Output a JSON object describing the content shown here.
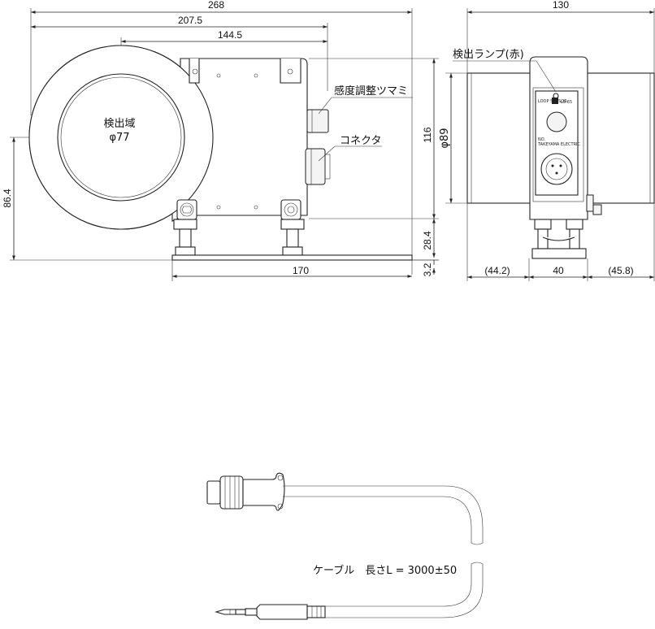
{
  "front_view": {
    "dim_overall_width": "268",
    "dim_207": "207.5",
    "dim_144": "144.5",
    "dim_height": "116",
    "dim_center_height": "86.4",
    "dim_base_height": "28.4",
    "dim_base_width": "170",
    "dim_plate": "3.2",
    "label_detection_area": "検出域",
    "label_aperture": "φ77",
    "label_sensitivity_knob": "感度調整ツマミ",
    "label_connector": "コネクタ"
  },
  "side_view": {
    "dim_width": "130",
    "dim_diameter": "φ89",
    "dim_left": "(44.2)",
    "dim_middle": "40",
    "dim_right": "(45.8)",
    "label_lamp": "検出ランプ(赤)",
    "panel_brand": "LOOP SENSOR",
    "panel_model": "LS-65",
    "panel_maker": "TAKEYAMA ELECTRIC",
    "panel_no": "NO."
  },
  "cable": {
    "label": "ケーブル　長さL = 3000±50"
  }
}
